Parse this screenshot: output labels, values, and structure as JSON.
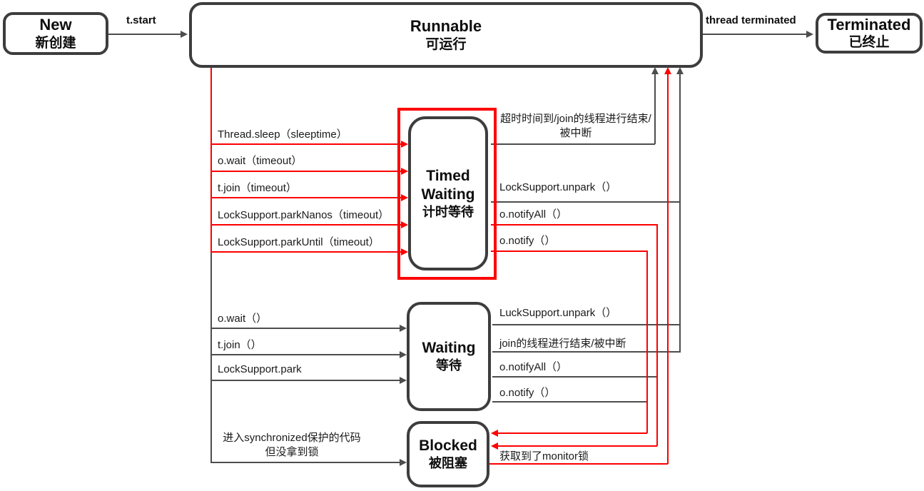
{
  "diagram": {
    "title_hint": "Java thread state transition diagram",
    "colors": {
      "accent_red": "#fe0000",
      "node_border": "#3d3d3d",
      "line_gray": "#4d4d4d",
      "text": "#111111"
    },
    "nodes": {
      "new": {
        "line1": "New",
        "line2": "新创建"
      },
      "runnable": {
        "line1": "Runnable",
        "line2": "可运行"
      },
      "terminated": {
        "line1": "Terminated",
        "line2": "已终止"
      },
      "timed_waiting": {
        "line1": "Timed",
        "line2": "Waiting",
        "line3": "计时等待"
      },
      "waiting": {
        "line1": "Waiting",
        "line2": "等待"
      },
      "blocked": {
        "line1": "Blocked",
        "line2": "被阻塞"
      }
    },
    "edges": {
      "t_start": "t.start",
      "thread_terminated": "thread terminated",
      "thread_sleep": "Thread.sleep（sleeptime）",
      "o_wait_timeout": "o.wait（timeout）",
      "t_join_timeout": "t.join（timeout）",
      "park_nanos": "LockSupport.parkNanos（timeout）",
      "park_until": "LockSupport.parkUntil（timeout）",
      "o_wait": "o.wait（）",
      "t_join": "t.join（）",
      "lock_support_park": "LockSupport.park",
      "enter_sync_line1": "进入synchronized保护的代码",
      "enter_sync_line2": "但没拿到锁",
      "timeout_end_line1": "超时时间到/join的线程进行结束/",
      "timeout_end_line2": "被中断",
      "unpark_timed": "LockSupport.unpark（）",
      "notify_all_timed": "o.notifyAll（）",
      "notify_timed": "o.notify（）",
      "unpark_waiting": "LuckSupport.unpark（）",
      "join_end_waiting": "join的线程进行结束/被中断",
      "notify_all_waiting": "o.notifyAll（）",
      "notify_waiting": "o.notify（）",
      "monitor_lock": "获取到了monitor锁"
    }
  }
}
